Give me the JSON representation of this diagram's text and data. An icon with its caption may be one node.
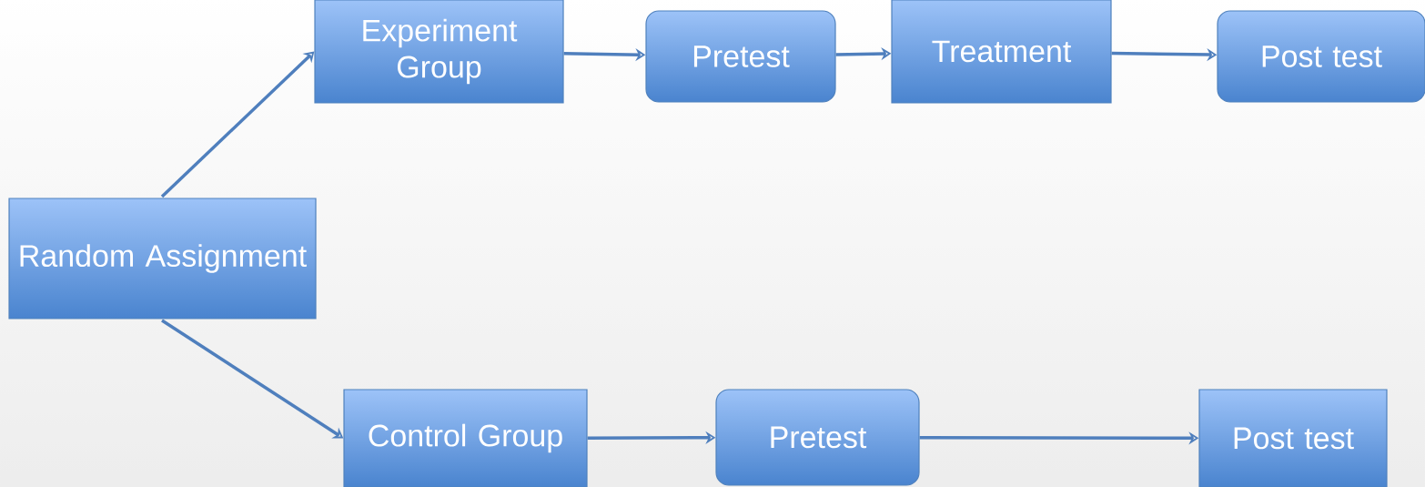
{
  "diagram": {
    "nodes": [
      {
        "text": [
          "Random Assignment"
        ]
      },
      {
        "text": [
          "Experiment Group"
        ]
      },
      {
        "text": [
          "Pretest"
        ]
      },
      {
        "text": [
          "Treatment"
        ]
      },
      {
        "text": [
          "Post test"
        ]
      },
      {
        "text": [
          "Control Group"
        ]
      },
      {
        "text": [
          "Pretest"
        ]
      },
      {
        "text": [
          "Post test"
        ]
      }
    ],
    "edges": [
      {
        "from": 0,
        "to": 1,
        "arrow": "to"
      },
      {
        "from": 0,
        "to": 5,
        "arrow": "to"
      },
      {
        "from": 1,
        "to": 2,
        "arrow": "to"
      },
      {
        "from": 2,
        "to": 3,
        "arrow": "to"
      },
      {
        "from": 3,
        "to": 4,
        "arrow": "to"
      },
      {
        "from": 5,
        "to": 6,
        "arrow": "to"
      },
      {
        "from": 6,
        "to": 7,
        "arrow": "to"
      }
    ]
  }
}
